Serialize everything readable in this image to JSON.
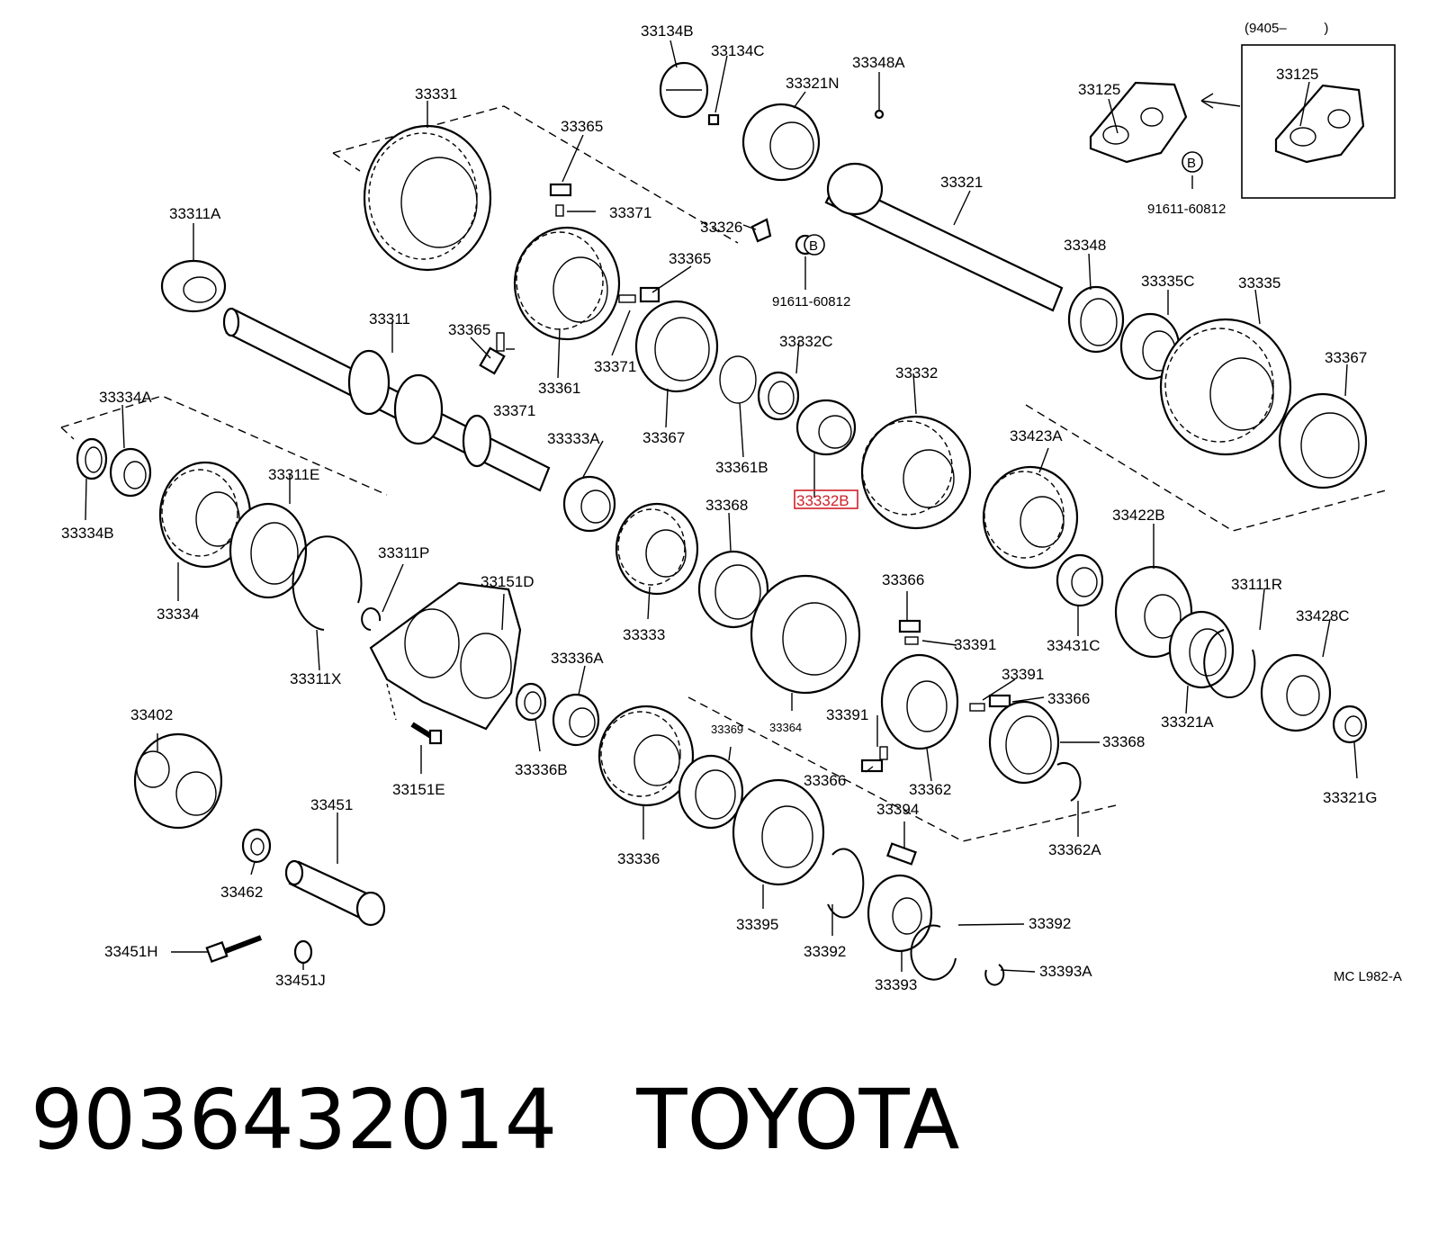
{
  "diagram": {
    "highlighted_part": "33332B",
    "inset": {
      "label": "(9405–          )",
      "part": "33125",
      "bolt_marker": "B",
      "bolt_part": "91611-60812"
    },
    "drawing_code": "MC L982-A",
    "parts": [
      "33134B",
      "33134C",
      "33321N",
      "33348A",
      "33331",
      "33365",
      "33371",
      "33326",
      "33311A",
      "33365",
      "91611-60812",
      "33311",
      "33365",
      "33371",
      "33361",
      "33371",
      "33367",
      "33332C",
      "33361B",
      "33332",
      "33333A",
      "33334A",
      "33311E",
      "33334B",
      "33334",
      "33311P",
      "33151D",
      "33311X",
      "33333",
      "33368",
      "33364",
      "33336A",
      "33336B",
      "33151E",
      "33402",
      "33336",
      "33369",
      "33395",
      "33451",
      "33462",
      "33451H",
      "33451J",
      "33392",
      "33393",
      "33392",
      "33393A",
      "33394",
      "33366",
      "33391",
      "33391",
      "33366",
      "33391",
      "33366",
      "33362",
      "33368",
      "33362A",
      "33423A",
      "33431C",
      "33422B",
      "33111R",
      "33321A",
      "33428C",
      "33321G",
      "33321",
      "33348",
      "33335C",
      "33335",
      "33367",
      "33125"
    ]
  },
  "footer": {
    "part_number": "9036432014",
    "brand": "TOYOTA"
  }
}
